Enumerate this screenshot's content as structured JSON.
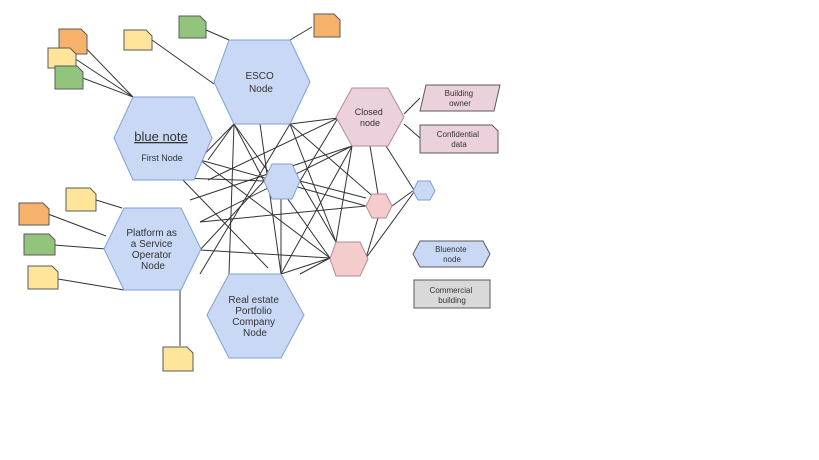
{
  "colors": {
    "blue_node": "#c9d9f5",
    "blue_stroke": "#7f9fd9",
    "pink_node": "#ead1dc",
    "pink_stroke": "#b48a9a",
    "pink_small": "#f4cccc",
    "orange_doc": "#f6b26b",
    "yellow_doc": "#ffe599",
    "green_doc": "#93c47d",
    "grey_box": "#d9d9d9",
    "logo": "#4a86e8",
    "edge": "#333333"
  },
  "nodes": {
    "esco": {
      "lines": [
        "ESCO",
        "Node"
      ]
    },
    "first": {
      "logo": "blue note",
      "lines": [
        "First Node"
      ]
    },
    "platform": {
      "lines": [
        "Platform as",
        "a Service",
        "Operator",
        "Node"
      ]
    },
    "realestate": {
      "lines": [
        "Real estate",
        "Portfolio",
        "Company",
        "Node"
      ]
    },
    "closed": {
      "lines": [
        "Closed",
        "node"
      ]
    }
  },
  "legend": {
    "building_owner": [
      "Building",
      "owner"
    ],
    "confidential": [
      "Confidential",
      "data"
    ],
    "bluenote": [
      "Bluenote",
      "node"
    ],
    "commercial": [
      "Commercial",
      "building"
    ]
  }
}
